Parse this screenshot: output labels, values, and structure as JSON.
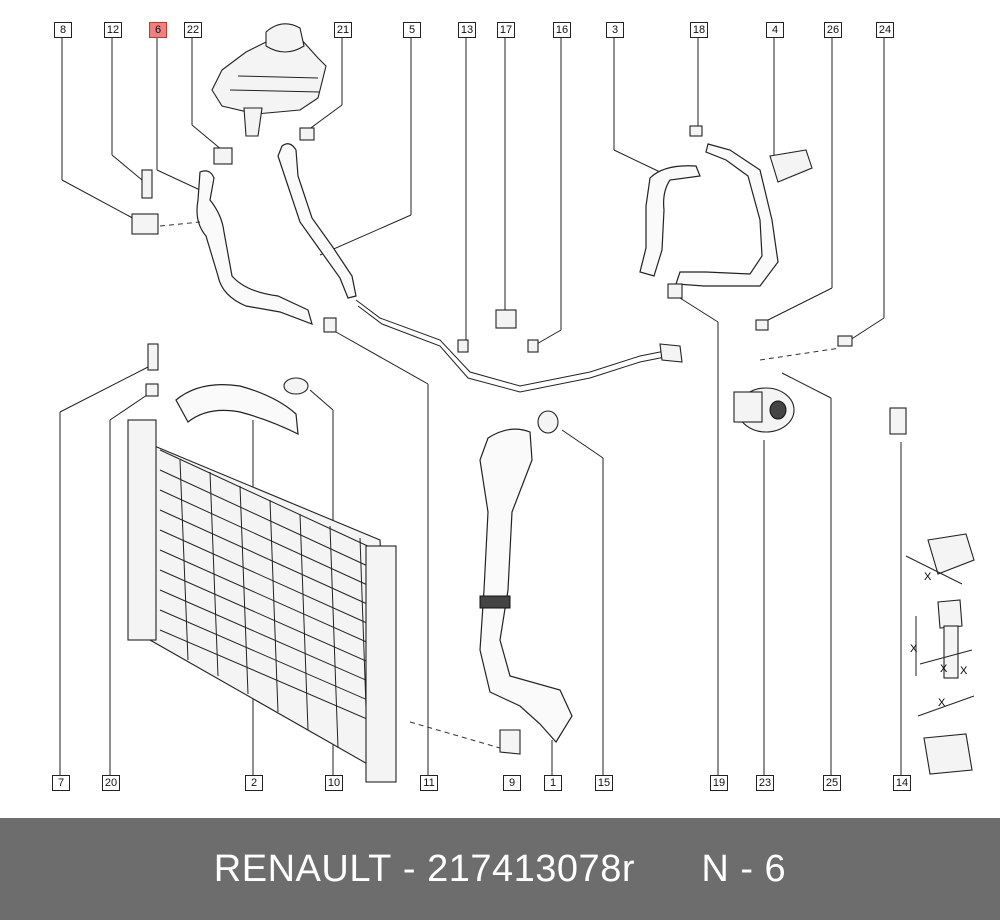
{
  "callouts": {
    "c8": "8",
    "c12": "12",
    "c6": "6",
    "c22": "22",
    "c21": "21",
    "c5": "5",
    "c13": "13",
    "c17": "17",
    "c16": "16",
    "c3": "3",
    "c18": "18",
    "c4": "4",
    "c26": "26",
    "c24": "24",
    "c7": "7",
    "c20": "20",
    "c2": "2",
    "c10": "10",
    "c11": "11",
    "c9": "9",
    "c1": "1",
    "c15": "15",
    "c19": "19",
    "c23": "23",
    "c25": "25",
    "c14": "14"
  },
  "highlighted_callout": "6",
  "highlight_color": "#f08080",
  "dimension_marks": {
    "x1": "X",
    "x2": "X",
    "x3": "X",
    "x4": "X",
    "x5": "X"
  },
  "footer": {
    "brand": "RENAULT",
    "separator": " - ",
    "part_number": "217413078r",
    "position": "N - 6"
  }
}
